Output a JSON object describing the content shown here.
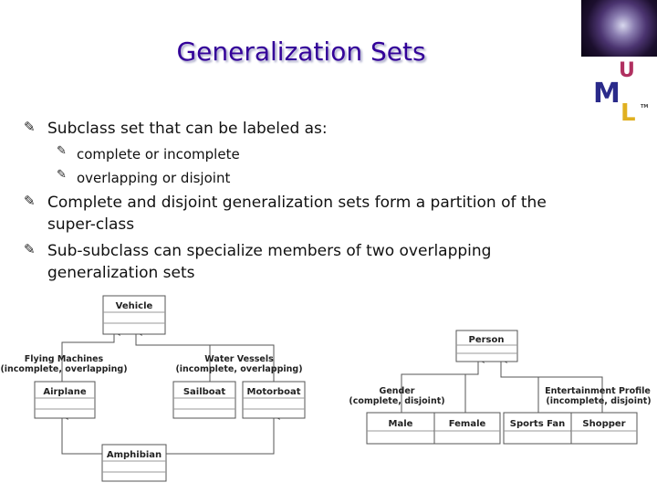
{
  "title": "Generalization Sets",
  "bullets": [
    {
      "text": "Subclass set that can be labeled as:"
    },
    {
      "text": "complete or incomplete"
    },
    {
      "text": "overlapping or disjoint"
    },
    {
      "text": "Complete and disjoint generalization sets form a partition of the",
      "cont": "super-class"
    },
    {
      "text": "Sub-subclass can specialize members of two overlapping",
      "cont": "generalization sets"
    }
  ],
  "bullet_icon": "pen-icon",
  "colors": {
    "title": "#330099",
    "logo_m": "#2a2a8a",
    "logo_u": "#b03060",
    "logo_l": "#e0b020"
  },
  "logo": {
    "u": "U",
    "m": "M",
    "l": "L",
    "tm": "TM"
  },
  "diagram": {
    "vehicle": "Vehicle",
    "flying_set": {
      "name": "Flying Machines",
      "props": "(incomplete, overlapping)"
    },
    "water_set": {
      "name": "Water Vessels",
      "props": "(incomplete, overlapping)"
    },
    "airplane": "Airplane",
    "sailboat": "Sailboat",
    "motorboat": "Motorboat",
    "amphibian": "Amphibian",
    "person": "Person",
    "gender_set": {
      "name": "Gender",
      "props": "(complete, disjoint)"
    },
    "ent_set": {
      "name": "Entertainment Profile",
      "props": "(incomplete, disjoint)"
    },
    "male": "Male",
    "female": "Female",
    "sports_fan": "Sports Fan",
    "shopper": "Shopper"
  }
}
